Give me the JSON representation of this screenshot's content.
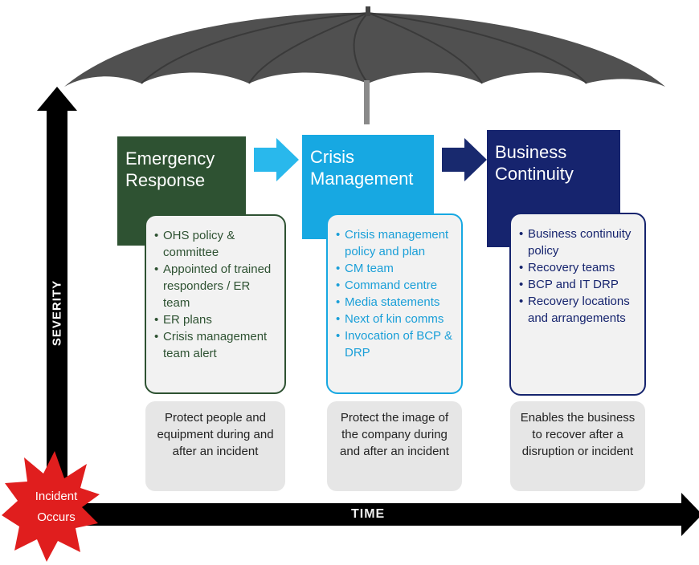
{
  "axes": {
    "y_label": "SEVERITY",
    "x_label": "TIME"
  },
  "incident": {
    "line1": "Incident",
    "line2": "Occurs"
  },
  "phases": [
    {
      "title_line1": "Emergency",
      "title_line2": "Response",
      "color": "#2e5232",
      "items": [
        "OHS policy & committee",
        "Appointed of trained responders / ER team",
        "ER plans",
        "Crisis management team alert"
      ],
      "outcome": "Protect people and equipment during and after an incident"
    },
    {
      "title_line1": "Crisis",
      "title_line2": "Management",
      "color": "#17a8e2",
      "items": [
        "Crisis management policy and plan",
        "CM team",
        "Command centre",
        "Media statements",
        "Next of kin comms",
        "Invocation of BCP & DRP"
      ],
      "outcome": "Protect the image of the company during and after an incident"
    },
    {
      "title_line1": "Business",
      "title_line2": "Continuity",
      "color": "#16246e",
      "items": [
        "Business continuity policy",
        "Recovery teams",
        "BCP and IT DRP",
        "Recovery locations and arrangements"
      ],
      "outcome": "Enables the business to recover after a disruption or incident"
    }
  ]
}
